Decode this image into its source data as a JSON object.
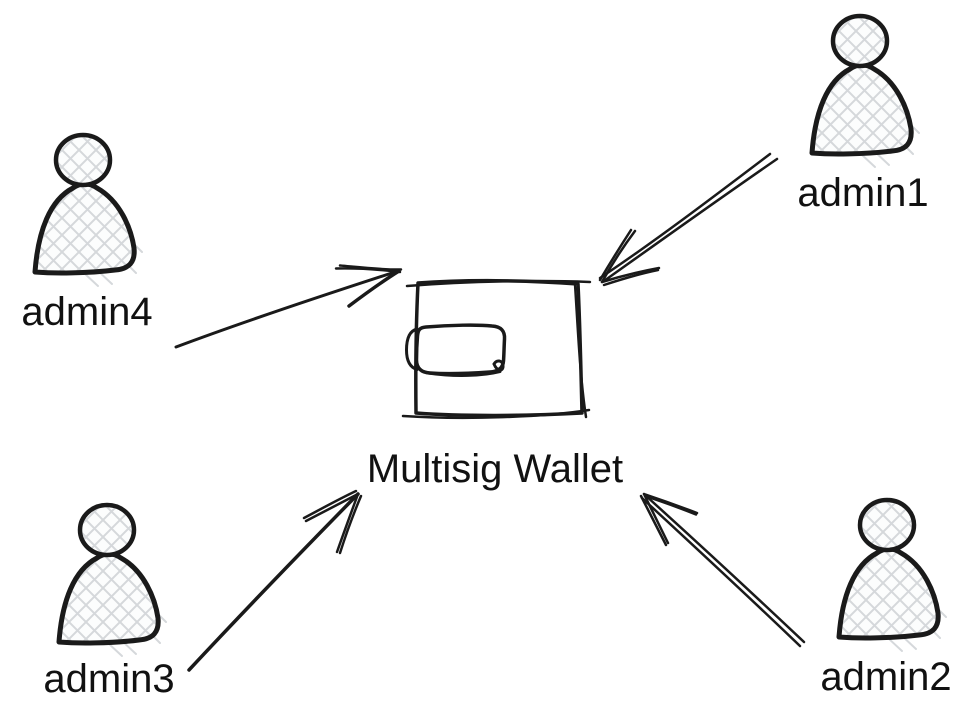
{
  "diagram": {
    "title": "Multisig Wallet",
    "wallet": {
      "label": "Multisig Wallet",
      "icon": "wallet-icon"
    },
    "admins": [
      {
        "id": "admin1",
        "label": "admin1",
        "icon": "user-icon",
        "position": "top-right"
      },
      {
        "id": "admin2",
        "label": "admin2",
        "icon": "user-icon",
        "position": "bottom-right"
      },
      {
        "id": "admin3",
        "label": "admin3",
        "icon": "user-icon",
        "position": "bottom-left"
      },
      {
        "id": "admin4",
        "label": "admin4",
        "icon": "user-icon",
        "position": "mid-left"
      }
    ],
    "edges": [
      {
        "from": "admin1",
        "to": "wallet"
      },
      {
        "from": "admin2",
        "to": "wallet"
      },
      {
        "from": "admin3",
        "to": "wallet"
      },
      {
        "from": "admin4",
        "to": "wallet"
      }
    ],
    "colors": {
      "background": "#ffffff",
      "stroke": "#1a1a1a",
      "text": "#111111",
      "hatch_line": "#d5d8db",
      "hatch_bg": "#fcfdfd"
    }
  }
}
